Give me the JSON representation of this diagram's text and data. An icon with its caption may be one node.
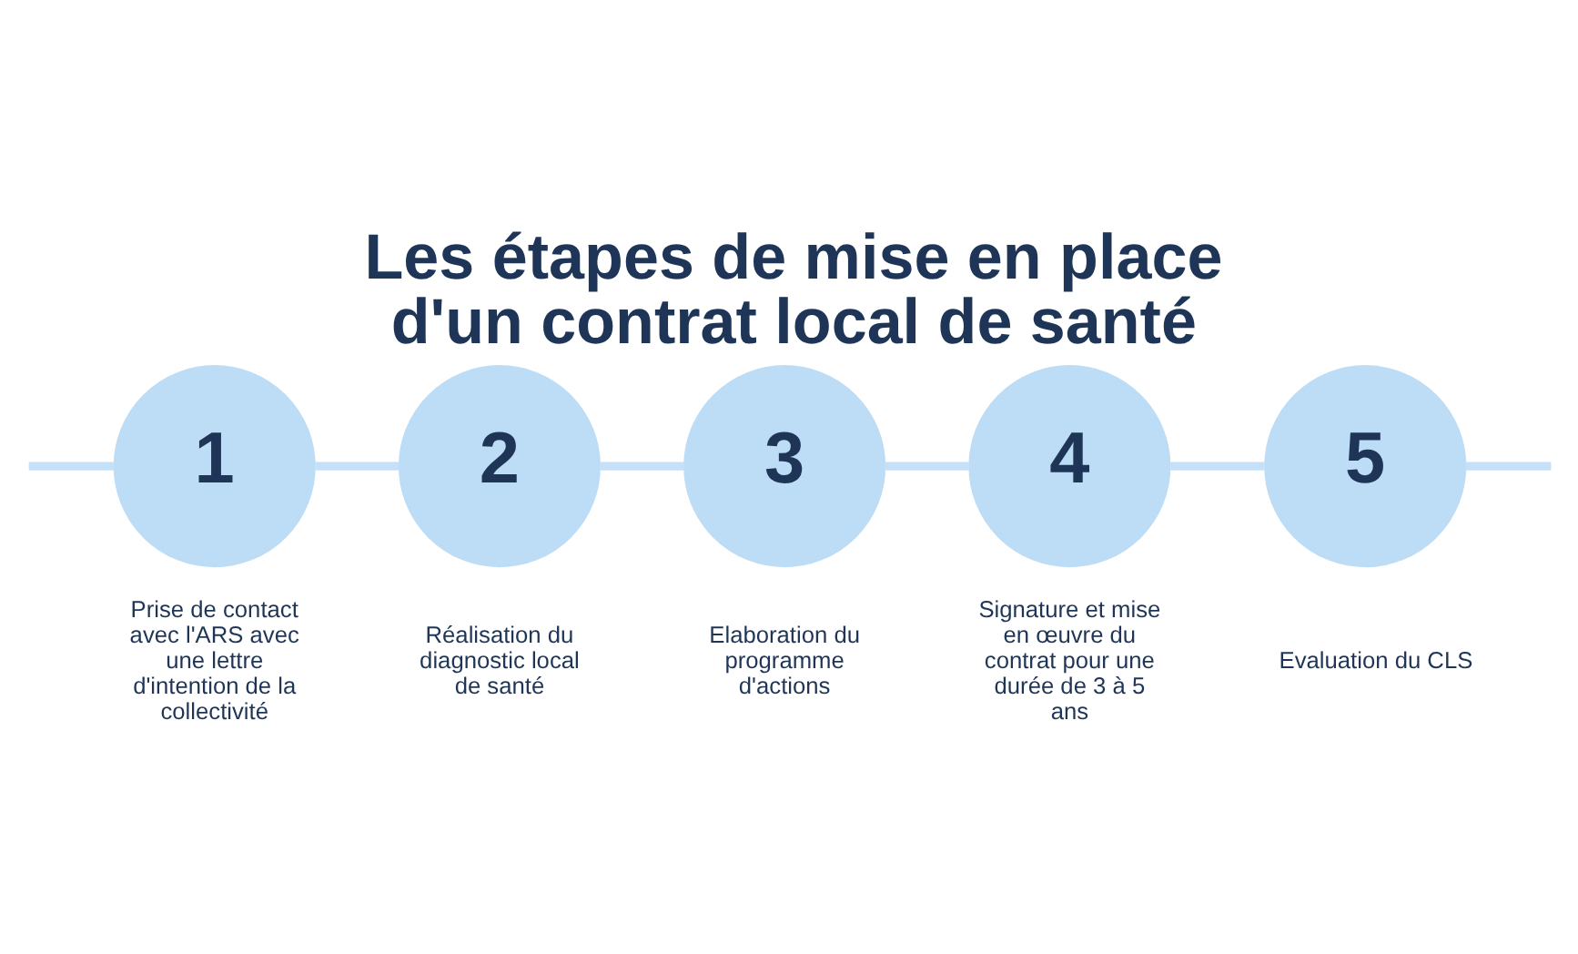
{
  "diagram": {
    "title": "Les étapes de mise en place d'un contrat local de santé",
    "nodes": [
      {
        "text": [
          "1"
        ],
        "beside": [
          "Prise de contact avec l'ARS avec une lettre d'intention de la collectivité"
        ]
      },
      {
        "text": [
          "2"
        ],
        "beside": [
          "Réalisation du diagnostic local de santé"
        ]
      },
      {
        "text": [
          "3"
        ],
        "beside": [
          "Elaboration du programme d'actions"
        ]
      },
      {
        "text": [
          "4"
        ],
        "beside": [
          "Signature et mise en œuvre du contrat pour une durée de 3 à 5 ans"
        ]
      },
      {
        "text": [
          "5"
        ],
        "beside": [
          "Evaluation du CLS"
        ]
      }
    ],
    "edges": [
      {
        "from": null,
        "to": 0,
        "arrow": "none"
      },
      {
        "from": 0,
        "to": 1,
        "arrow": "none"
      },
      {
        "from": 1,
        "to": 2,
        "arrow": "none"
      },
      {
        "from": 2,
        "to": 3,
        "arrow": "none"
      },
      {
        "from": 3,
        "to": 4,
        "arrow": "none"
      },
      {
        "from": 4,
        "to": null,
        "arrow": "none"
      }
    ]
  }
}
